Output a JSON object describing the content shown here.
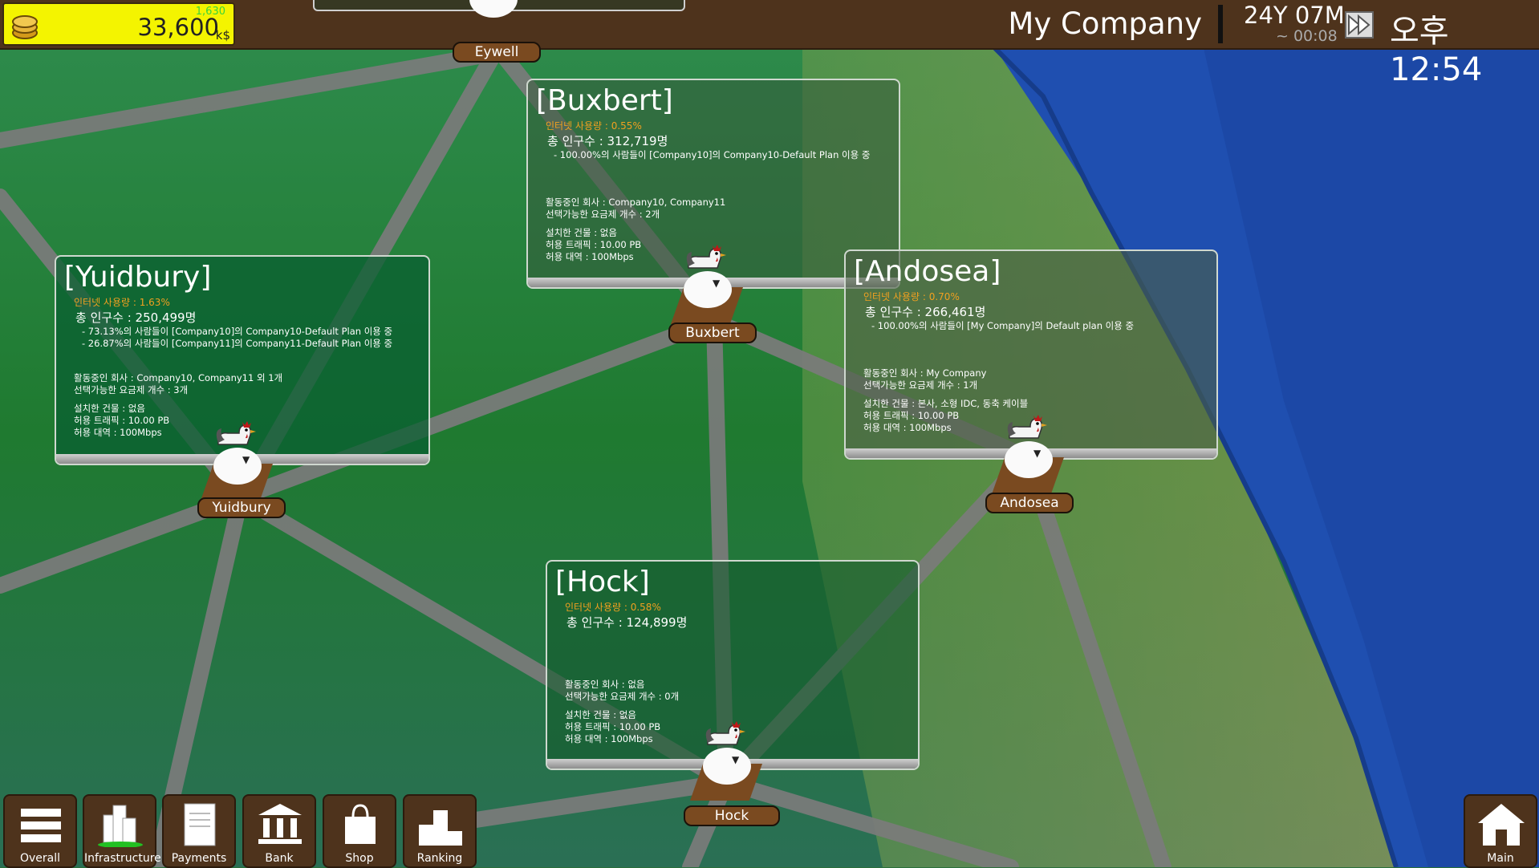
{
  "topbar": {
    "money_value": "33,600",
    "money_unit": "k$",
    "money_delta": "1,630",
    "company_name": "My Company",
    "date": "24Y 07M",
    "subtime": "~ 00:08",
    "clock": "오후 12:54"
  },
  "cities": {
    "eywell": {
      "name": "Eywell"
    },
    "buxbert": {
      "name": "Buxbert",
      "title": "[Buxbert]",
      "usage": "인터넷 사용량 : 0.55%",
      "population": "총 인구수 : 312,719명",
      "plans": [
        "- 100.00%의 사람들이 [Company10]의 Company10-Default Plan 이용 중"
      ],
      "active_companies": "활동중인 회사 : Company10, Company11",
      "plan_count": "선택가능한 요금제 개수 : 2개",
      "buildings": "설치한 건물 : 없음",
      "traffic": "허용 트래픽 : 10.00 PB",
      "bandwidth": "허용 대역 : 100Mbps"
    },
    "yuidbury": {
      "name": "Yuidbury",
      "title": "[Yuidbury]",
      "usage": "인터넷 사용량 : 1.63%",
      "population": "총 인구수 : 250,499명",
      "plans": [
        "- 73.13%의 사람들이 [Company10]의 Company10-Default Plan 이용 중",
        "- 26.87%의 사람들이 [Company11]의 Company11-Default Plan 이용 중"
      ],
      "active_companies": "활동중인 회사 : Company10, Company11 외 1개",
      "plan_count": "선택가능한 요금제 개수 : 3개",
      "buildings": "설치한 건물 : 없음",
      "traffic": "허용 트래픽 : 10.00 PB",
      "bandwidth": "허용 대역 : 100Mbps"
    },
    "andosea": {
      "name": "Andosea",
      "title": "[Andosea]",
      "usage": "인터넷 사용량 : 0.70%",
      "population": "총 인구수 : 266,461명",
      "plans": [
        "- 100.00%의 사람들이 [My Company]의 Default plan 이용 중"
      ],
      "active_companies": "활동중인 회사 : My Company",
      "plan_count": "선택가능한 요금제 개수 : 1개",
      "buildings": "설치한 건물 : 본사, 소형 IDC, 동축 케이블",
      "traffic": "허용 트래픽 : 10.00 PB",
      "bandwidth": "허용 대역 : 100Mbps"
    },
    "hock": {
      "name": "Hock",
      "title": "[Hock]",
      "usage": "인터넷 사용량 : 0.58%",
      "population": "총 인구수 : 124,899명",
      "plans": [],
      "active_companies": "활동중인 회사 : 없음",
      "plan_count": "선택가능한 요금제 개수 : 0개",
      "buildings": "설치한 건물 : 없음",
      "traffic": "허용 트래픽 : 10.00 PB",
      "bandwidth": "허용 대역 : 100Mbps"
    }
  },
  "bottom_nav": {
    "overall": "Overall",
    "infrastructure": "Infrastructure",
    "payments": "Payments",
    "bank": "Bank",
    "shop": "Shop",
    "ranking": "Ranking",
    "main": "Main"
  },
  "colors": {
    "topbar": "#4e331c",
    "money_bg": "#f4f400",
    "usage_text": "#f0a020",
    "sea": "#1f4fb0",
    "land": "#2a7a3a"
  }
}
